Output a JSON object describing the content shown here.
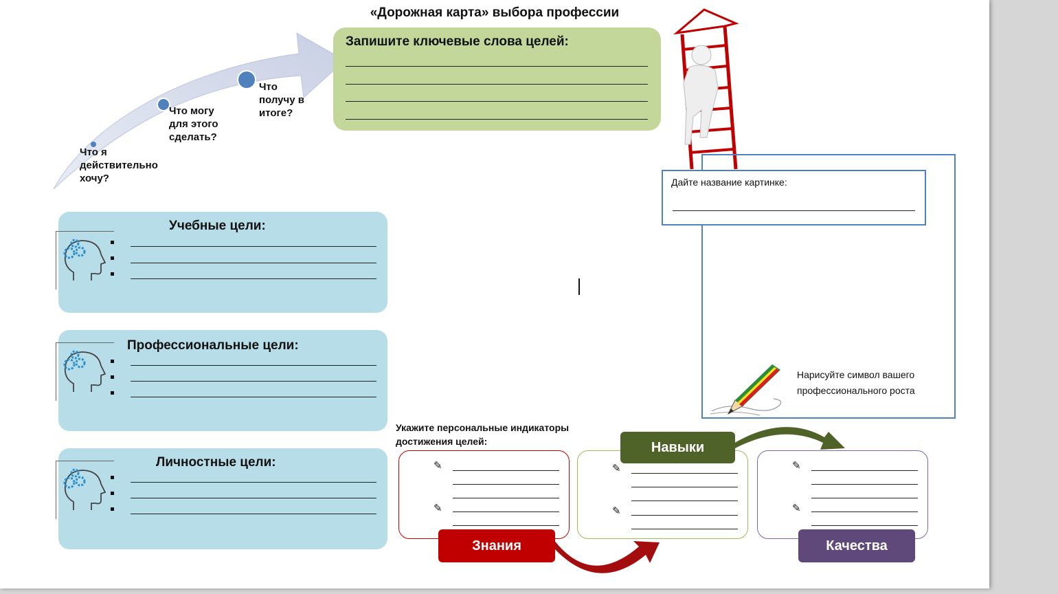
{
  "title": "«Дорожная карта» выбора профессии",
  "steps": {
    "want": [
      "Что я",
      "действительно",
      "хочу?"
    ],
    "can": [
      "Что могу",
      "для этого",
      "сделать?"
    ],
    "get": [
      "Что",
      "получу в",
      "итоге?"
    ]
  },
  "keywords": {
    "title": "Запишите ключевые слова целей:"
  },
  "goals": {
    "study": "Учебные цели:",
    "professional": "Профессиональные цели:",
    "personal": "Личностные цели:"
  },
  "picture": {
    "name_label": "Дайте название картинке:",
    "draw_hint": "Нарисуйте символ вашего профессионального роста"
  },
  "indicators": {
    "label_line1": "Укажите персональные индикаторы",
    "label_line2": "достижения целей:",
    "knowledge": "Знания",
    "skills": "Навыки",
    "qualities": "Качества"
  },
  "colors": {
    "keywords_bg": "#c4d79b",
    "goals_bg": "#b7dde8",
    "frame_blue": "#4f81bd",
    "knowledge": "#c00000",
    "skills": "#4f6228",
    "qualities": "#5f497a"
  }
}
